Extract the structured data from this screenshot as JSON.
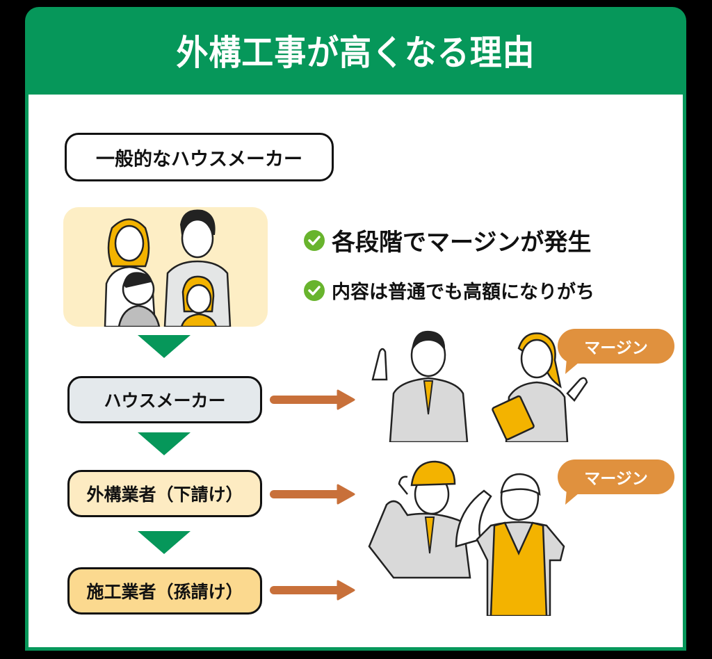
{
  "header": {
    "title": "外構工事が高くなる理由"
  },
  "flow": {
    "start_label": "一般的なハウスメーカー",
    "steps": [
      {
        "label": "ハウスメーカー"
      },
      {
        "label": "外構業者（下請け）"
      },
      {
        "label": "施工業者（孫請け）"
      }
    ]
  },
  "points": [
    {
      "icon": "check-circle-icon",
      "text": "各段階でマージンが発生"
    },
    {
      "icon": "check-circle-icon",
      "text": "内容は普通でも高額になりがち"
    }
  ],
  "bubbles": [
    {
      "text": "マージン"
    },
    {
      "text": "マージン"
    }
  ],
  "illustrations": {
    "family": "family-illustration",
    "office_staff": "office-staff-illustration",
    "construction_workers": "construction-workers-illustration"
  },
  "colors": {
    "header_green": "#06975a",
    "check_green": "#68b42d",
    "arrow_orange": "#c8703a",
    "bubble_orange": "#e0913e",
    "family_panel": "#fdeec5",
    "maker_box": "#e4e9ec",
    "sub_box": "#fdebc2",
    "subsub_box": "#fbd98f"
  }
}
